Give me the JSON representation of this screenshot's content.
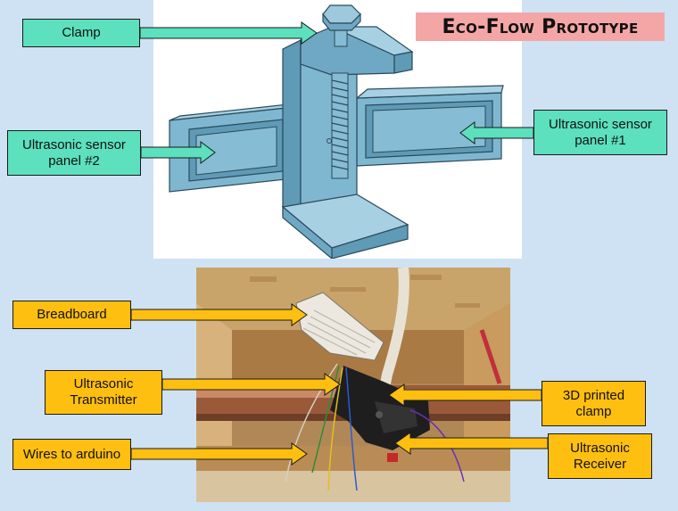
{
  "title": "Eco-Flow Prototype",
  "labels": {
    "clamp": "Clamp",
    "sensor_panel_1": "Ultrasonic sensor\npanel #1",
    "sensor_panel_2": "Ultrasonic sensor\npanel #2",
    "breadboard": "Breadboard",
    "transmitter": "Ultrasonic\nTransmitter",
    "wires": "Wires to arduino",
    "printed_clamp": "3D printed\nclamp",
    "receiver": "Ultrasonic\nReceiver"
  },
  "colors": {
    "background": "#cfe2f3",
    "cad_label": "#5ce0bd",
    "photo_label": "#ffbf10",
    "title_highlight": "#f4a6a6",
    "model": "#6fa8c4"
  }
}
